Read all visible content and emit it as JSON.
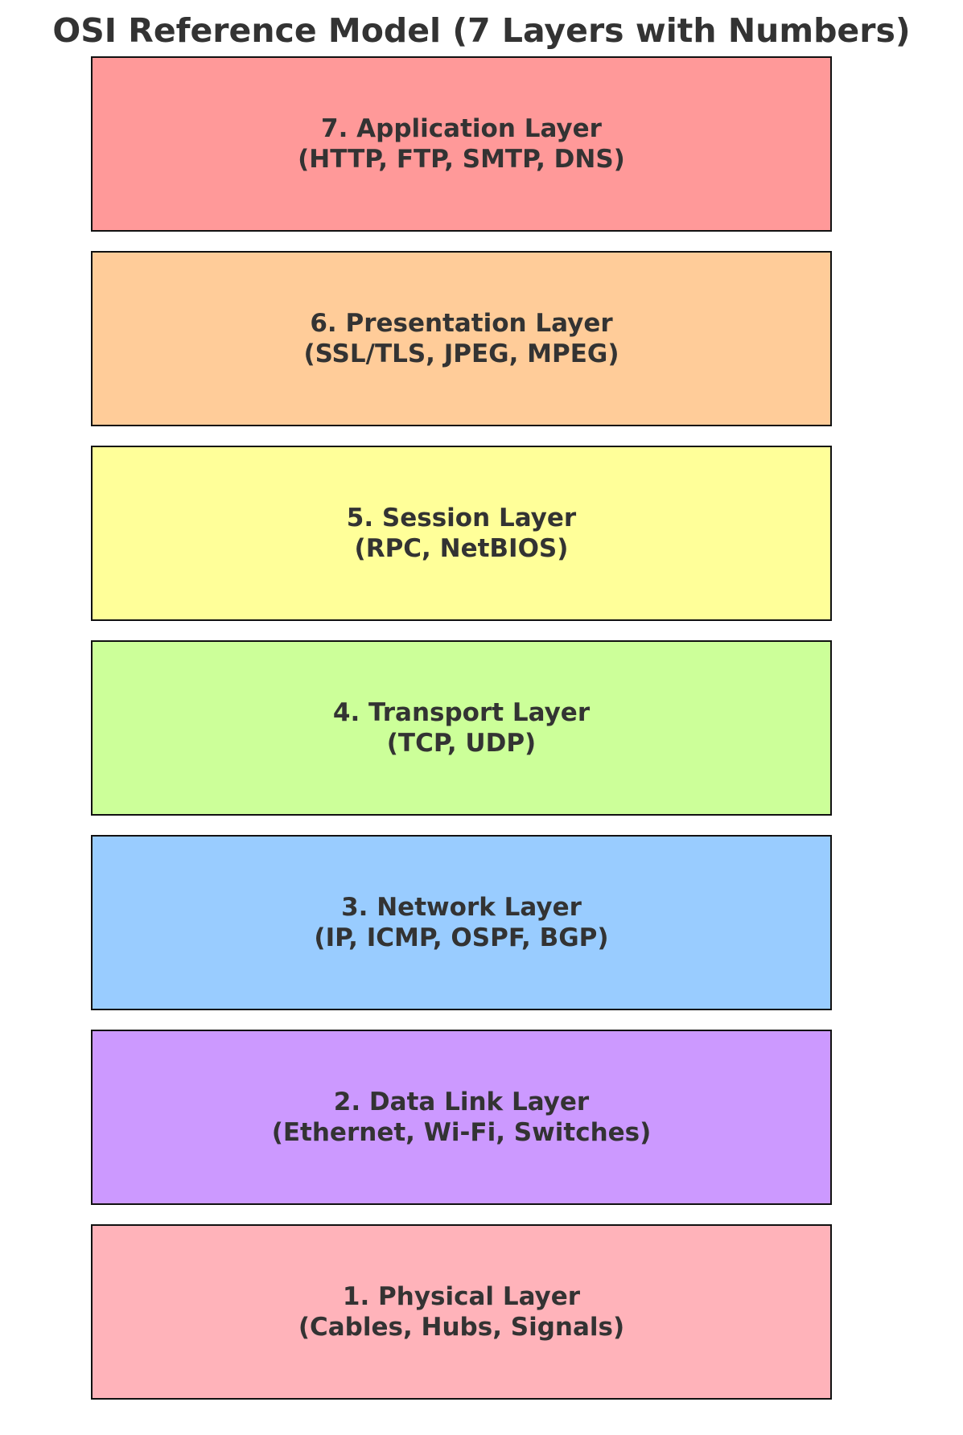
{
  "title": "OSI Reference Model (7 Layers with Numbers)",
  "layers": [
    {
      "name": "7. Application Layer",
      "protocols": "(HTTP, FTP, SMTP, DNS)",
      "color": "#ff9999"
    },
    {
      "name": "6. Presentation Layer",
      "protocols": "(SSL/TLS, JPEG, MPEG)",
      "color": "#ffcc99"
    },
    {
      "name": "5. Session Layer",
      "protocols": "(RPC, NetBIOS)",
      "color": "#ffff99"
    },
    {
      "name": "4. Transport Layer",
      "protocols": "(TCP, UDP)",
      "color": "#ccff99"
    },
    {
      "name": "3. Network Layer",
      "protocols": "(IP, ICMP, OSPF, BGP)",
      "color": "#99ccff"
    },
    {
      "name": "2. Data Link Layer",
      "protocols": "(Ethernet, Wi-Fi, Switches)",
      "color": "#cc99ff"
    },
    {
      "name": "1. Physical Layer",
      "protocols": "(Cables, Hubs, Signals)",
      "color": "#ffb3ba"
    }
  ]
}
